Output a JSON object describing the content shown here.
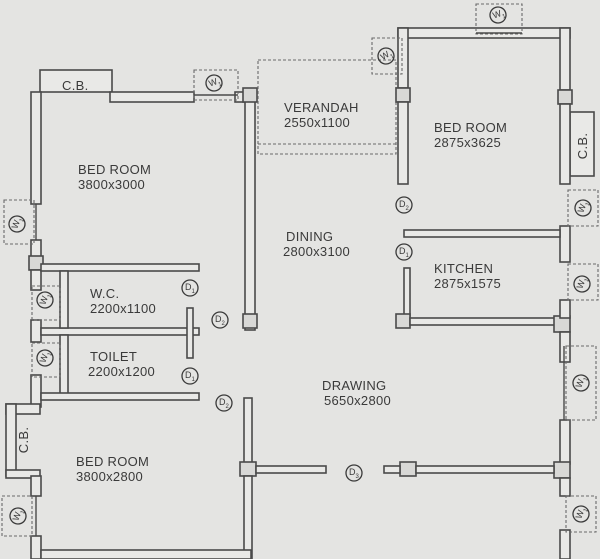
{
  "rooms": {
    "bed_room_1": {
      "name": "BED ROOM",
      "size": "3800x3000"
    },
    "verandah": {
      "name": "VERANDAH",
      "size": "2550x1100"
    },
    "bed_room_2": {
      "name": "BED ROOM",
      "size": "2875x3625"
    },
    "dining": {
      "name": "DINING",
      "size": "2800x3100"
    },
    "kitchen": {
      "name": "KITCHEN",
      "size": "2875x1575"
    },
    "wc": {
      "name": "W.C.",
      "size": "2200x1100"
    },
    "toilet": {
      "name": "TOILET",
      "size": "2200x1200"
    },
    "drawing": {
      "name": "DRAWING",
      "size": "5650x2800"
    },
    "bed_room_3": {
      "name": "BED ROOM",
      "size": "3800x2800"
    }
  },
  "cupboards": {
    "cb_label": "C.B."
  },
  "window_mark": "W",
  "window_sub": "1",
  "door_marks": {
    "d1": "D",
    "d1_sub": "1",
    "d2": "D",
    "d2_sub": "2",
    "d3": "D",
    "d3_sub": "3"
  }
}
